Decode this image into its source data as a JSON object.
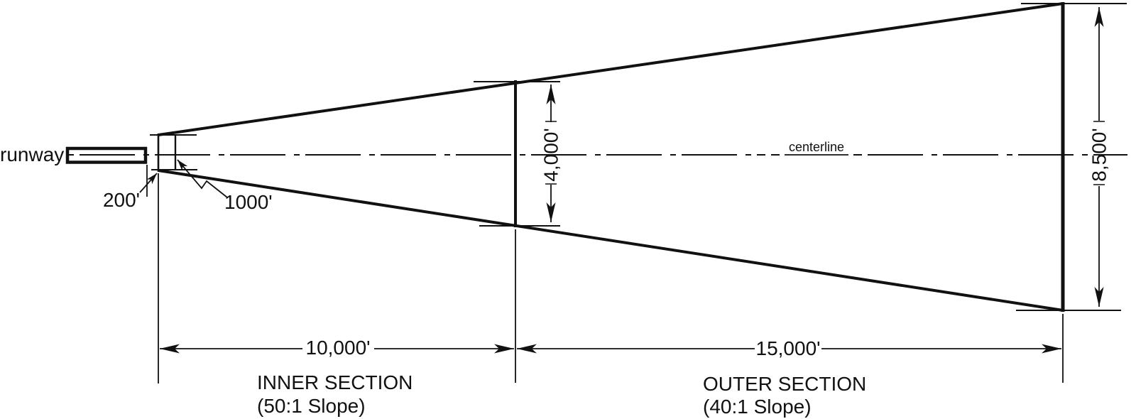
{
  "colors": {
    "ink": "#111111",
    "background": "#ffffff"
  },
  "runway": {
    "label": "runway"
  },
  "approach_surface": {
    "centerline_label": "centerline",
    "gap_from_runway": "200'",
    "inner_edge_width": "1000'",
    "width_at_section_junction": "4,000'",
    "width_at_outer_end": "8,500'",
    "inner_section": {
      "length": "10,000'",
      "name": "INNER SECTION",
      "slope": "(50:1 Slope)"
    },
    "outer_section": {
      "length": "15,000'",
      "name": "OUTER SECTION",
      "slope": "(40:1 Slope)"
    }
  }
}
